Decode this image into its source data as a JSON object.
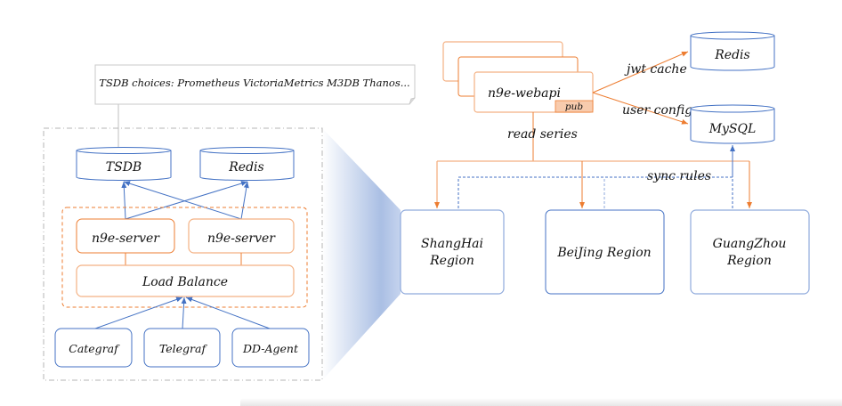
{
  "note": {
    "text": "TSDB choices: Prometheus VictoriaMetrics M3DB Thanos..."
  },
  "cluster": {
    "storage": [
      {
        "id": "tsdb",
        "label": "TSDB"
      },
      {
        "id": "redis",
        "label": "Redis"
      }
    ],
    "servers": [
      {
        "label": "n9e-server"
      },
      {
        "label": "n9e-server"
      }
    ],
    "load_balancer": {
      "label": "Load Balance"
    },
    "agents": [
      {
        "label": "Categraf"
      },
      {
        "label": "Telegraf"
      },
      {
        "label": "DD-Agent"
      }
    ]
  },
  "center": {
    "webapi": {
      "label": "n9e-webapi",
      "badge": "pub"
    },
    "redis": {
      "label": "Redis"
    },
    "mysql": {
      "label": "MySQL"
    },
    "edges": {
      "jwt_cache": "jwt cache",
      "user_configs": "user configs",
      "read_series": "read series",
      "sync_rules": "sync rules"
    }
  },
  "regions": [
    {
      "line1": "ShangHai",
      "line2": "Region"
    },
    {
      "line1": "BeiJing Region",
      "line2": ""
    },
    {
      "line1": "GuangZhou",
      "line2": "Region"
    }
  ],
  "colors": {
    "blue": "#4472c4",
    "blue_light": "#8faadc",
    "orange": "#ed7d31",
    "orange_light": "#f4b183",
    "gray": "#a6a6a6"
  }
}
